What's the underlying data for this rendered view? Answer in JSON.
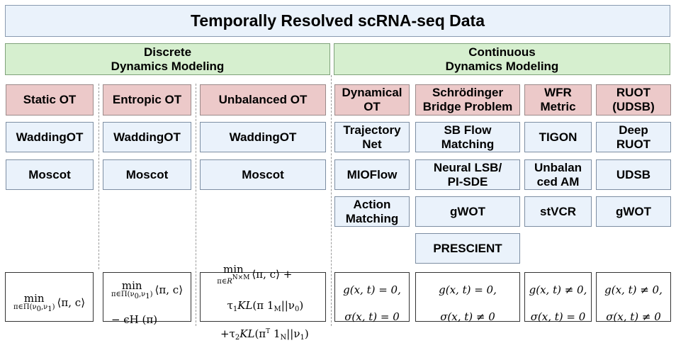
{
  "title": "Temporally Resolved scRNA-seq Data",
  "discrete_header": "Discrete\nDynamics Modeling",
  "continuous_header": "Continuous\nDynamics Modeling",
  "discrete": {
    "static_ot": {
      "method": "Static OT",
      "tools": [
        "WaddingOT",
        "Moscot"
      ]
    },
    "entropic_ot": {
      "method": "Entropic OT",
      "tools": [
        "WaddingOT",
        "Moscot"
      ]
    },
    "unbalanced_ot": {
      "method": "Unbalanced OT",
      "tools": [
        "WaddingOT",
        "Moscot"
      ]
    }
  },
  "continuous": {
    "dynamical_ot": {
      "method": "Dynamical\nOT",
      "tools": [
        "Trajectory\nNet",
        "MIOFlow",
        "Action\nMatching"
      ]
    },
    "sb": {
      "method": "Schrödinger\nBridge Problem",
      "tools": [
        "SB Flow\nMatching",
        "Neural LSB/\nPI-SDE",
        "gWOT",
        "PRESCIENT"
      ]
    },
    "wfr": {
      "method": "WFR\nMetric",
      "tools": [
        "TIGON",
        "Unbalan\nced AM",
        "stVCR"
      ]
    },
    "ruot": {
      "method": "RUOT\n(UDSB)",
      "tools": [
        "Deep\nRUOT",
        "UDSB",
        "gWOT"
      ]
    }
  },
  "formulas": {
    "static": {
      "min": "min",
      "under": "π∈Π(ν0,ν1)",
      "expr": "⟨π, c⟩"
    },
    "entropic": {
      "min": "min",
      "under": "π∈Π(ν0,ν1)",
      "expr": "⟨π, c⟩",
      "line2": "− ϵH (π)"
    },
    "unbalanced": {
      "min": "min",
      "under": "π∈R^(N×M)",
      "expr": "⟨π, c⟩ +",
      "line2": "τ1KL(π 1M||ν0)",
      "line3": "+τ2KL(πT 1N||ν1)"
    },
    "dynamical": {
      "line1": "g(x, t) = 0,",
      "line2": "σ(x, t) = 0"
    },
    "sb": {
      "line1": "g(x, t) = 0,",
      "line2": "σ(x, t) ≠ 0"
    },
    "wfr": {
      "line1": "g(x, t) ≠ 0,",
      "line2": "σ(x, t) = 0"
    },
    "ruot": {
      "line1": "g(x, t) ≠ 0,",
      "line2": "σ(x, t) ≠ 0"
    }
  }
}
